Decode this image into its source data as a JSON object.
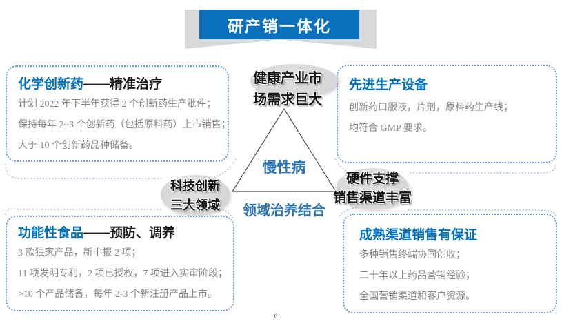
{
  "banner": {
    "title": "研产销一体化"
  },
  "boxes": {
    "top_left": {
      "title_highlight": "化学创新药",
      "title_rest": "——精准治疗",
      "lines": [
        "计划 2022 年下半年获得 2 个创新药生产批件；",
        "保持每年 2~3 个创新药（包括原料药）上市销售；",
        "大于 10 个创新药品种储备。"
      ]
    },
    "top_right": {
      "title_highlight": "先进生产设备",
      "title_rest": "",
      "lines": [
        "创新药口服液，片剂，原料药生产线；",
        "均符合 GMP 要求。"
      ]
    },
    "bottom_left": {
      "title_highlight": "功能性食品",
      "title_rest": "——预防、调养",
      "lines": [
        "3 款独家产品，新申报 2 项；",
        "11 项发明专利，2 项已授权，7 项进入实审阶段；",
        ">10 个产品储备，每年 2-3 个新注册产品上市。"
      ]
    },
    "bottom_right": {
      "title_highlight": "成熟渠道销售有保证",
      "title_rest": "",
      "lines": [
        "多种销售终端协同创收；",
        "二十年以上药品营销经验；",
        "全国营销渠道和客户资源。"
      ]
    }
  },
  "center": {
    "top_bubble_line1": "健康产业市",
    "top_bubble_line2": "场需求巨大",
    "left_bubble_line1": "科技创新",
    "left_bubble_line2": "三大领域",
    "right_bubble_line1": "硬件支撑",
    "right_bubble_line2": "销售渠道丰富",
    "triangle_label": "慢性病",
    "below_triangle_label": "领域治养结合"
  },
  "footer": {
    "page_number": "6"
  },
  "colors": {
    "banner_blue": "#0a70be",
    "title_blue": "#0070c0",
    "center_blue": "#2e75b6",
    "card_border_blue": "#6b9bd2",
    "bubble_gray": "#d9d9d9",
    "body_gray": "#858585",
    "triangle_stroke": "#4d4d4d"
  }
}
